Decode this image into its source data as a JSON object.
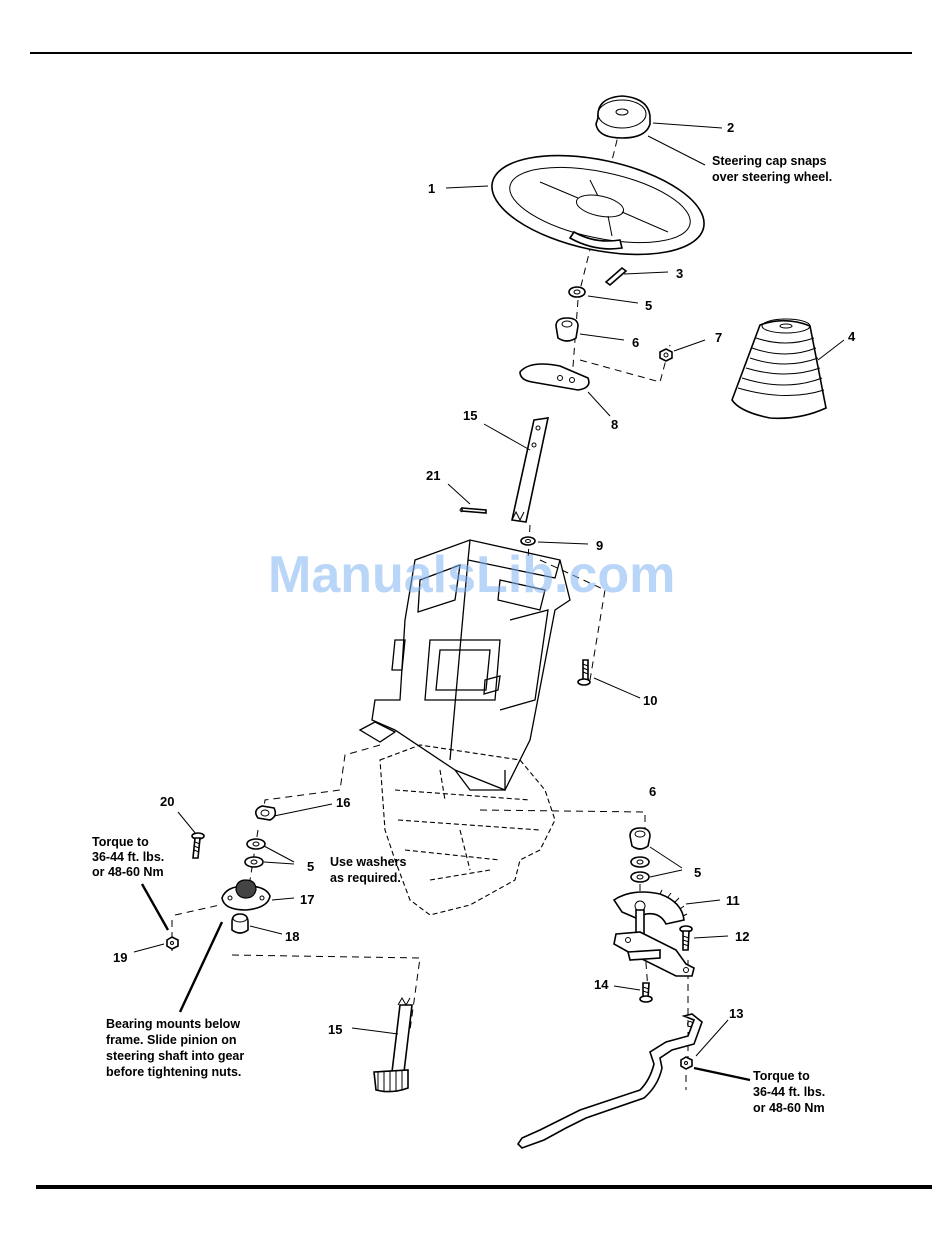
{
  "watermark": "ManualsLib.com",
  "callouts": {
    "c1": "1",
    "c2": "2",
    "c3": "3",
    "c4": "4",
    "c5a": "5",
    "c6a": "6",
    "c7": "7",
    "c8": "8",
    "c9": "9",
    "c10": "10",
    "c15a": "15",
    "c21": "21",
    "c20": "20",
    "c16": "16",
    "c5b": "5",
    "c17": "17",
    "c18": "18",
    "c19": "19",
    "c15b": "15",
    "c6b": "6",
    "c5c": "5",
    "c11": "11",
    "c12": "12",
    "c14": "14",
    "c13": "13"
  },
  "notes": {
    "cap_line1": "Steering cap snaps",
    "cap_line2": "over steering wheel.",
    "torque_left_line1": "Torque to",
    "torque_left_line2": "36-44 ft. lbs.",
    "torque_left_line3": "or 48-60 Nm",
    "washers_line1": "Use washers",
    "washers_line2": "as required.",
    "bearing_line1": "Bearing mounts below",
    "bearing_line2": "frame.  Slide pinion on",
    "bearing_line3": "steering shaft into gear",
    "bearing_line4": "before tightening nuts.",
    "torque_right_line1": "Torque to",
    "torque_right_line2": "36-44 ft. lbs.",
    "torque_right_line3": "or 48-60 Nm"
  }
}
